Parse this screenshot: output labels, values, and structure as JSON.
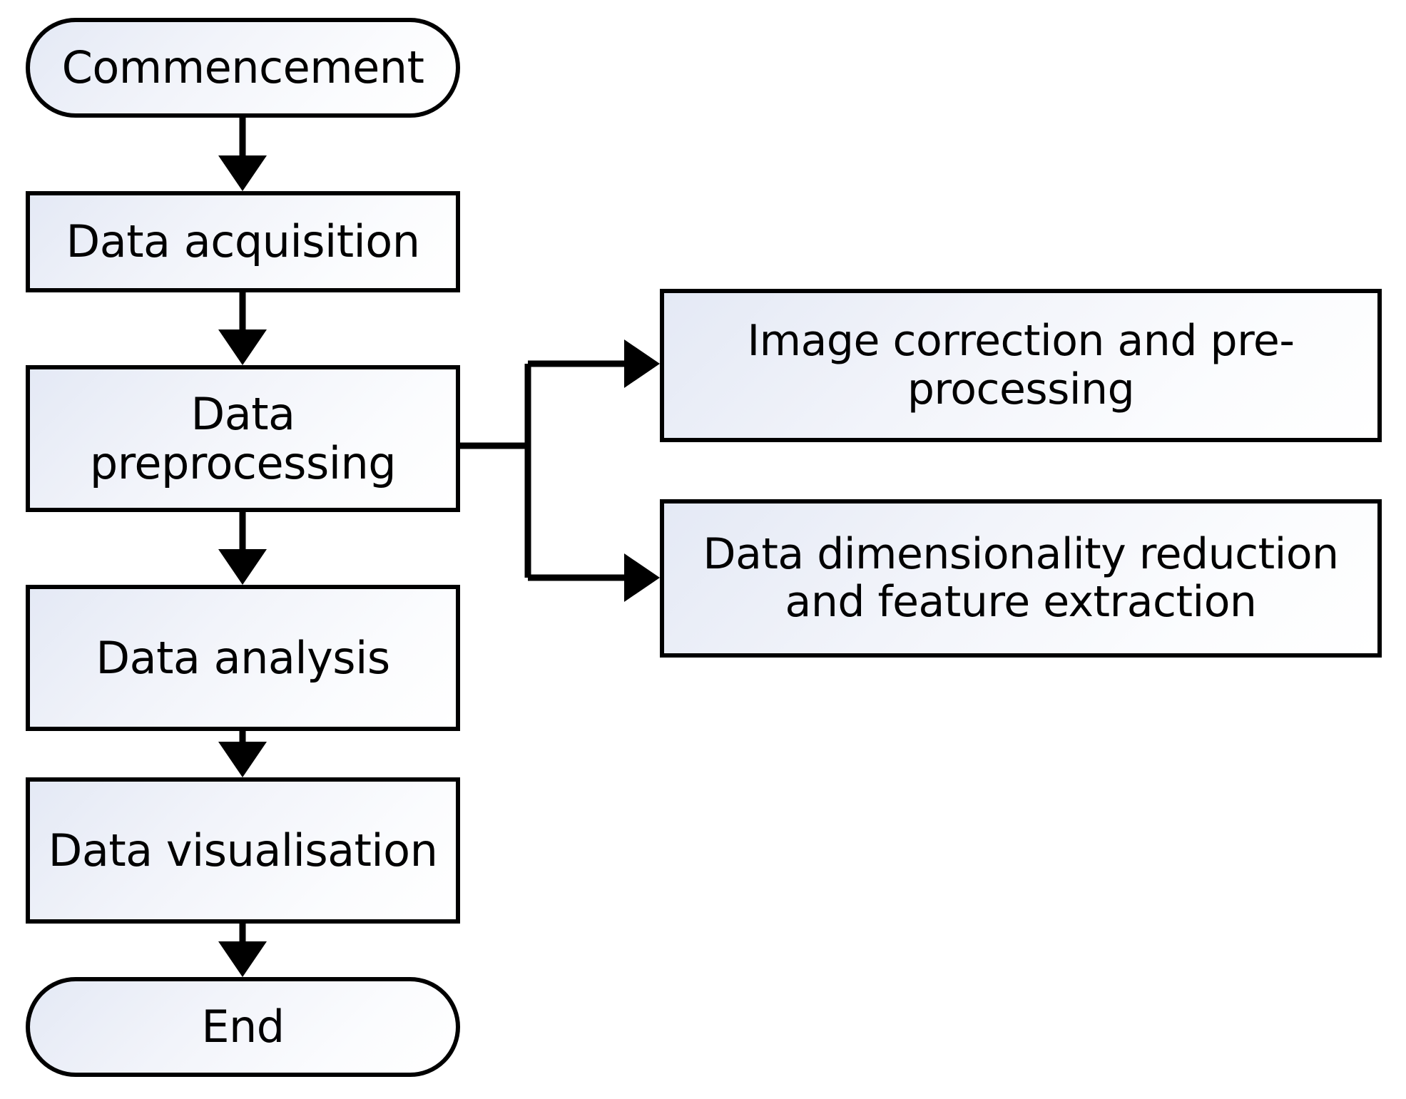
{
  "diagram": {
    "type": "flowchart",
    "orientation": "top-to-bottom with right branch",
    "title": "",
    "nodes": [
      {
        "id": "commencement",
        "label": "Commencement",
        "shape": "terminator"
      },
      {
        "id": "data-acquisition",
        "label": "Data acquisition",
        "shape": "process"
      },
      {
        "id": "data-preprocessing",
        "label": "Data preprocessing",
        "shape": "process"
      },
      {
        "id": "data-analysis",
        "label": "Data analysis",
        "shape": "process"
      },
      {
        "id": "data-visualisation",
        "label": "Data visualisation",
        "shape": "process"
      },
      {
        "id": "end",
        "label": "End",
        "shape": "terminator"
      },
      {
        "id": "image-correction",
        "label": "Image correction and pre-processing",
        "shape": "process"
      },
      {
        "id": "dimensionality",
        "label": "Data dimensionality reduction and feature extraction",
        "shape": "process"
      }
    ],
    "edges": [
      {
        "from": "commencement",
        "to": "data-acquisition",
        "style": "arrow"
      },
      {
        "from": "data-acquisition",
        "to": "data-preprocessing",
        "style": "arrow"
      },
      {
        "from": "data-preprocessing",
        "to": "data-analysis",
        "style": "arrow"
      },
      {
        "from": "data-analysis",
        "to": "data-visualisation",
        "style": "arrow"
      },
      {
        "from": "data-visualisation",
        "to": "end",
        "style": "arrow"
      },
      {
        "from": "data-preprocessing",
        "to": "image-correction",
        "style": "arrow"
      },
      {
        "from": "data-preprocessing",
        "to": "dimensionality",
        "style": "arrow"
      }
    ],
    "colors": {
      "stroke": "#000000",
      "fill_start": "#e4e9f5",
      "fill_end": "#ffffff",
      "text": "#000000",
      "background": "#ffffff"
    }
  }
}
